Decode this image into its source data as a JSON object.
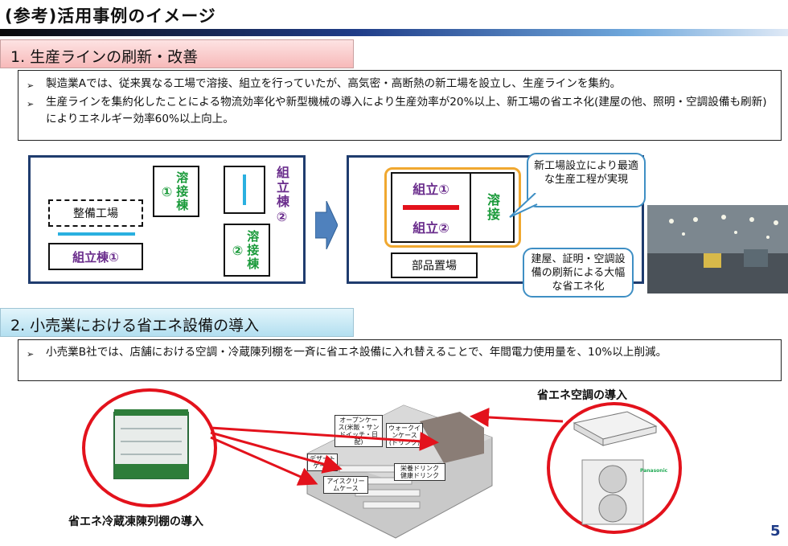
{
  "title": "(参考)活用事例のイメージ",
  "section1": {
    "heading": "1. 生産ラインの刷新・改善",
    "bullets": [
      "製造業Aでは、従来異なる工場で溶接、組立を行っていたが、高気密・高断熱の新工場を設立し、生産ラインを集約。",
      "生産ラインを集約化したことによる物流効率化や新型機械の導入により生産効率が20%以上、新工場の省エネ化(建屋の他、照明・空調設備も刷新)によりエネルギー効率60%以上向上。"
    ],
    "before": {
      "maintenance": "整備工場",
      "weld1_num": "①",
      "weld1_text": "溶接棟",
      "assembly2": "組立棟②",
      "weld2_num": "②",
      "weld2_text": "溶接棟",
      "assembly1": "組立棟①"
    },
    "after": {
      "assembly1": "組立①",
      "assembly2": "組立②",
      "weld": "溶接",
      "parts": "部品置場"
    },
    "bubble1": "新工場設立により最適な生産工程が実現",
    "bubble2": "建屋、証明・空調設備の刷新による大幅な省エネ化"
  },
  "section2": {
    "heading": "2. 小売業における省エネ設備の導入",
    "bullets": [
      "小売業B社では、店舗における空調・冷蔵陳列棚を一斉に省エネ設備に入れ替えることで、年間電力使用量を、10%以上削減。"
    ],
    "caption_aircon": "省エネ空調の導入",
    "caption_fridge": "省エネ冷蔵凍陳列棚の導入",
    "store_labels": {
      "open_case": "オープンケース(米飯・サンドイッチ・日配)",
      "walkin": "ウォークインケース(ドリンク)",
      "dessert": "デザートケース",
      "energy_drink": "栄養ドリンク 健康ドリンク",
      "icecream": "アイスクリームケース"
    },
    "ac_brand": "Panasonic"
  },
  "page_number": "5",
  "bullet_mark": "➢",
  "colors": {
    "green": "#1a9a3a",
    "purple": "#6a2d8c",
    "red": "#e3121c",
    "navy": "#1f3c6e"
  }
}
